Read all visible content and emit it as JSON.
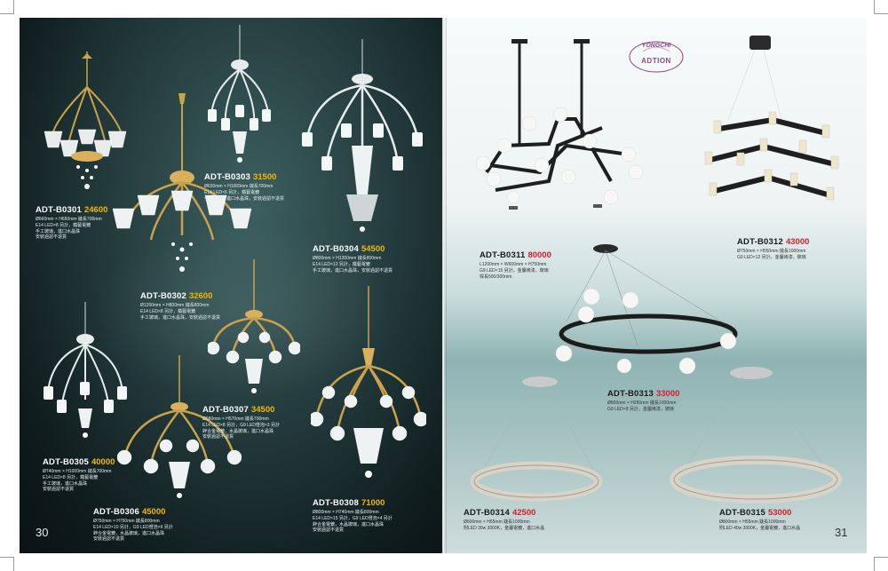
{
  "brand": {
    "line1": "YONGCHI",
    "line2": "ADTION"
  },
  "pages": {
    "left_number": "30",
    "right_number": "31"
  },
  "products": [
    {
      "code": "ADT-B0301",
      "price": "24600",
      "specs": [
        "Ø660mm × H650mm 鏈長700mm",
        "E14 LED×8 另計，鐵藝電鍍",
        "手工玻璃，進口水晶珠",
        "安裝過認不退貨"
      ]
    },
    {
      "code": "ADT-B0302",
      "price": "32600",
      "specs": [
        "Ø1200mm × H800mm 鏈長800mm",
        "E14 LED×8 另計，鐵藝電鍍",
        "手工玻璃，進口水晶珠，安裝過認不退貨"
      ]
    },
    {
      "code": "ADT-B0303",
      "price": "31500",
      "specs": [
        "Ø630mm × H1000mm 鏈長700mm",
        "E14 LED×6 另計，鐵藝電鍍",
        "手工玻璃，進口水晶珠，安裝過認不退貨"
      ]
    },
    {
      "code": "ADT-B0304",
      "price": "54500",
      "specs": [
        "Ø800mm × H1350mm 鏈長800mm",
        "E14 LED×12 另計，鐵藝電鍍",
        "手工玻璃，進口水晶珠，安裝過認不退貨"
      ]
    },
    {
      "code": "ADT-B0305",
      "price": "40000",
      "specs": [
        "Ø740mm × H1000mm 鏈長700mm",
        "E14 LED×8 另計，鐵藝電鍍",
        "手工玻璃，進口水晶珠",
        "安裝過認不退貨"
      ]
    },
    {
      "code": "ADT-B0306",
      "price": "45000",
      "specs": [
        "Ø750mm × H750mm 鏈長800mm",
        "E14 LED×10 另計，G9 LED燈泡×6 另計",
        "鋅合金電鍍，水晶玻璃，進口水晶珠",
        "安裝過認不退貨"
      ]
    },
    {
      "code": "ADT-B0307",
      "price": "34500",
      "specs": [
        "Ø680mm × H570mm 鏈長700mm",
        "E14 LED×8 另計，G9 LED燈泡×3 另計",
        "鋅合金電鍍，水晶玻璃，進口水晶珠",
        "安裝過認不退貨"
      ]
    },
    {
      "code": "ADT-B0308",
      "price": "71000",
      "specs": [
        "Ø800mm × H740mm 鏈長800mm",
        "E14 LED×15 另計，G9 LED燈泡×4 另計",
        "鋅合金電鍍，水晶玻璃，進口水晶珠",
        "安裝過認不退貨"
      ]
    },
    {
      "code": "ADT-B0311",
      "price": "80000",
      "specs": [
        "L1200mm × W600mm × H750mm",
        "G9 LED×15 另計，金屬烤漆，玻璃",
        "桿長500/300mm"
      ]
    },
    {
      "code": "ADT-B0312",
      "price": "43000",
      "specs": [
        "Ø750mm × H550mm 鏈長1000mm",
        "G9 LED×12 另計，金屬烤漆，玻璃"
      ]
    },
    {
      "code": "ADT-B0313",
      "price": "33000",
      "specs": [
        "Ø800mm × H250mm 鏈長1000mm",
        "G9 LED×8 另計，金屬烤漆，玻璃"
      ]
    },
    {
      "code": "ADT-B0314",
      "price": "42500",
      "specs": [
        "Ø600mm × H55mm 鏈長1000mm",
        "附LED 30w 3000K，金屬電鍍，進口水晶"
      ]
    },
    {
      "code": "ADT-B0315",
      "price": "53000",
      "specs": [
        "Ø800mm × H55mm 鏈長1000mm",
        "附LED 40w 3000K，金屬電鍍，進口水晶"
      ]
    }
  ]
}
